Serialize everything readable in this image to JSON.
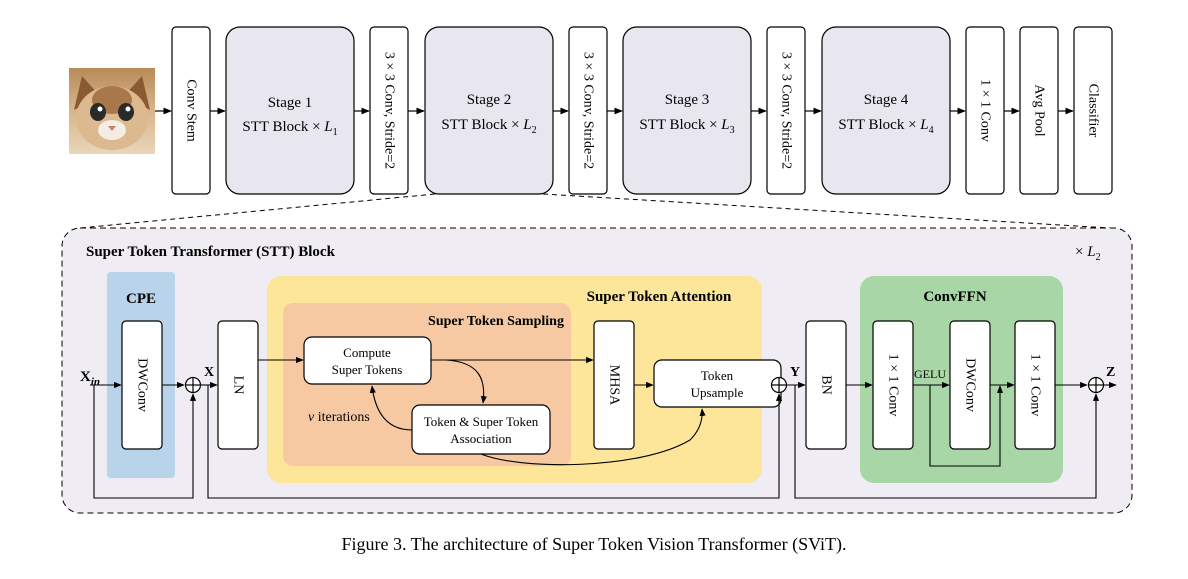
{
  "pipeline": {
    "conv_stem": "Conv Stem",
    "stages": [
      {
        "title": "Stage 1",
        "block": "STT Block × ",
        "L": "L",
        "sub": "1"
      },
      {
        "title": "Stage 2",
        "block": "STT Block × ",
        "L": "L",
        "sub": "2"
      },
      {
        "title": "Stage 3",
        "block": "STT Block × ",
        "L": "L",
        "sub": "3"
      },
      {
        "title": "Stage 4",
        "block": "STT Block × ",
        "L": "L",
        "sub": "4"
      }
    ],
    "downsample": "3 × 3 Conv, Stride=2",
    "conv1x1": "1 × 1 Conv",
    "avg_pool": "Avg Pool",
    "classifier": "Classifier"
  },
  "stt_block": {
    "title": "Super Token Transformer (STT) Block",
    "repeat_prefix": "× ",
    "repeat_L": "L",
    "repeat_sub": "2",
    "input_label": "X",
    "input_sub": "in",
    "x_label": "X",
    "y_label": "Y",
    "z_label": "Z",
    "cpe": {
      "title": "CPE",
      "dwconv": "DWConv"
    },
    "ln": "LN",
    "sta": {
      "title": "Super Token Attention",
      "sampling_title": "Super Token Sampling",
      "compute_line1": "Compute",
      "compute_line2": "Super Tokens",
      "assoc_line1": "Token & Super Token",
      "assoc_line2": "Association",
      "iter_var": "v",
      "iter_text": " iterations",
      "mhsa": "MHSA",
      "upsample_line1": "Token",
      "upsample_line2": "Upsample"
    },
    "bn": "BN",
    "convffn": {
      "title": "ConvFFN",
      "conv1": "1 × 1 Conv",
      "gelu": "GELU",
      "dwconv": "DWConv",
      "conv2": "1 × 1 Conv"
    }
  },
  "caption": "Figure 3. The architecture of Super Token Vision Transformer (SViT).",
  "colors": {
    "stage_fill": "#e8e6ef",
    "stt_bg": "#efedf3",
    "cpe_fill": "#b8d3ea",
    "sta_fill": "#fde59a",
    "sampling_fill": "#f6c9a3",
    "convffn_fill": "#a9d6a6"
  },
  "image": {
    "subject": "cat photo"
  }
}
